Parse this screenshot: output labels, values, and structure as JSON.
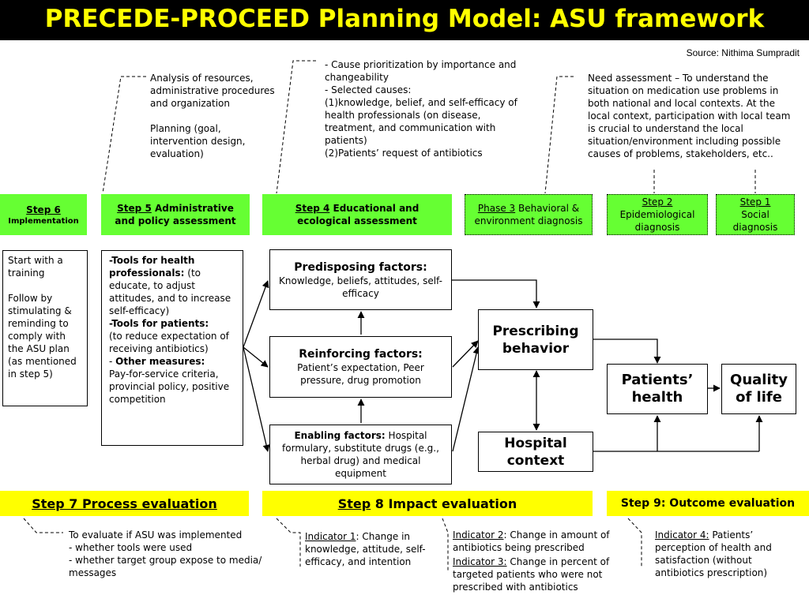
{
  "title": "PRECEDE-PROCEED Planning Model: ASU framework",
  "source": "Source: Nithima Sumpradit",
  "notes": {
    "admin_1": "Analysis of resources, administrative procedures and organization",
    "admin_2": "Planning (goal, intervention design, evaluation)",
    "causes_1": "- Cause prioritization by importance and changeability",
    "causes_2": "- Selected causes:",
    "causes_3": "(1)knowledge, belief, and self-efficacy of health professionals (on disease, treatment, and communication with patients)",
    "causes_4": "(2)Patients’ request of antibiotics",
    "need": "Need assessment – To understand the situation on medication use problems in both national and local contexts. At the local context, participation with local team is crucial to understand the local situation/environment including possible causes of problems, stakeholders, etc.."
  },
  "steps": {
    "s6_label": "Step 6",
    "s6_text": "Implementation",
    "s5_label": "Step 5",
    "s5_text": " Administrative and policy assessment",
    "s4_label": "Step 4",
    "s4_text": "  Educational and ecological assessment",
    "s3_label": "Phase 3",
    "s3_text": " Behavioral & environment diagnosis",
    "s2_label": "Step 2",
    "s2_text": "Epidemiological diagnosis",
    "s1_label": "Step 1",
    "s1_text": "Social diagnosis"
  },
  "implementation": {
    "p1": "Start with a training",
    "p2": "Follow by stimulating & reminding to comply with the ASU plan (as mentioned in step 5)"
  },
  "tools": {
    "hp_label": "-Tools for health professionals:",
    "hp_text": " (to educate, to adjust attitudes, and to increase self-efficacy)",
    "pt_label": "-Tools for patients:",
    "pt_text": "(to reduce expectation of receiving antibiotics)",
    "om_prefix": "- ",
    "om_label": "Other measures:",
    "om_text": "Pay-for-service criteria, provincial policy, positive competition"
  },
  "factors": {
    "predisposing_title": "Predisposing factors:",
    "predisposing_text": "Knowledge, beliefs, attitudes, self-efficacy",
    "reinforcing_title": "Reinforcing factors:",
    "reinforcing_text": "Patient’s expectation, Peer pressure, drug promotion",
    "enabling_title": "Enabling factors:",
    "enabling_text": " Hospital formulary, substitute drugs (e.g., herbal drug) and medical equipment"
  },
  "outcomes": {
    "prescribing": "Prescribing behavior",
    "hospital": "Hospital context",
    "patients_health": "Patients’ health",
    "quality": "Quality of life"
  },
  "evaluation": {
    "step7": "Step 7 Process evaluation",
    "step8_label": "Step",
    "step8_text": " 8 Impact evaluation",
    "step9": "Step 9: Outcome evaluation"
  },
  "indicators": {
    "process": "To evaluate if ASU was implemented\n- whether tools were used\n- whether target group expose to media/ messages",
    "i1_label": "Indicator 1",
    "i1_text": ": Change in knowledge, attitude, self-efficacy, and intention",
    "i2_label": "Indicator 2",
    "i2_text": ": Change in amount of antibiotics being prescribed",
    "i3_label": "Indicator 3:",
    "i3_text": " Change in percent of targeted patients who were not prescribed with antibiotics",
    "i4_label": "Indicator 4:",
    "i4_text": " Patients’ perception of health and satisfaction (without antibiotics prescription)"
  },
  "colors": {
    "green": "#66ff33",
    "yellow": "#ffff00",
    "title_bg": "#000000",
    "title_fg": "#ffff00"
  }
}
